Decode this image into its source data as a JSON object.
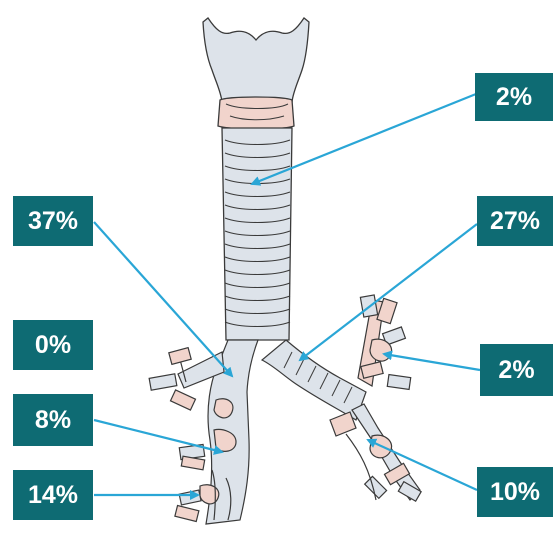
{
  "labels": {
    "trachea": "2%",
    "right_main_bronchus": "37%",
    "left_main_bronchus": "27%",
    "right_upper": "0%",
    "left_upper": "2%",
    "right_middle": "8%",
    "right_lower": "14%",
    "left_lower": "10%"
  },
  "colors": {
    "label_bg": "#0e6b73",
    "label_text": "#ffffff",
    "arrow": "#2aa6d6",
    "cartilage": "#dde3ea",
    "mucosa": "#f1d4cc",
    "outline": "#3a3a3a"
  }
}
